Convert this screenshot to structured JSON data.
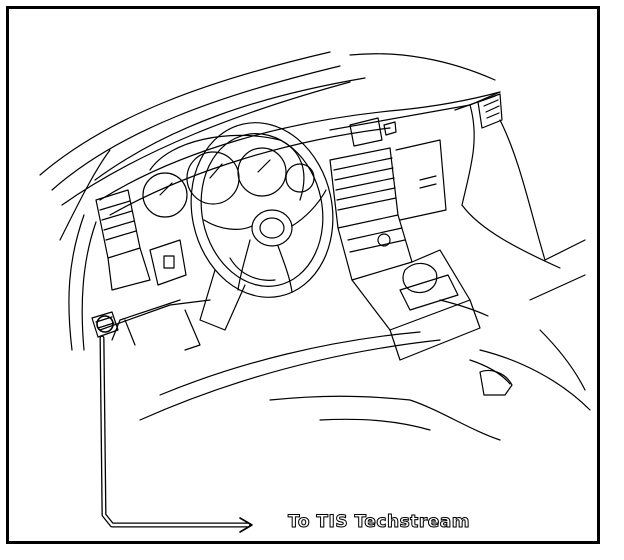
{
  "diagram": {
    "callout_label": "To TIS Techstream",
    "colors": {
      "line": "#000000",
      "background": "#ffffff"
    },
    "components": [
      "dashboard",
      "steering-wheel",
      "instrument-cluster",
      "center-vents",
      "shift-console",
      "dlc3-connector",
      "cable"
    ]
  }
}
